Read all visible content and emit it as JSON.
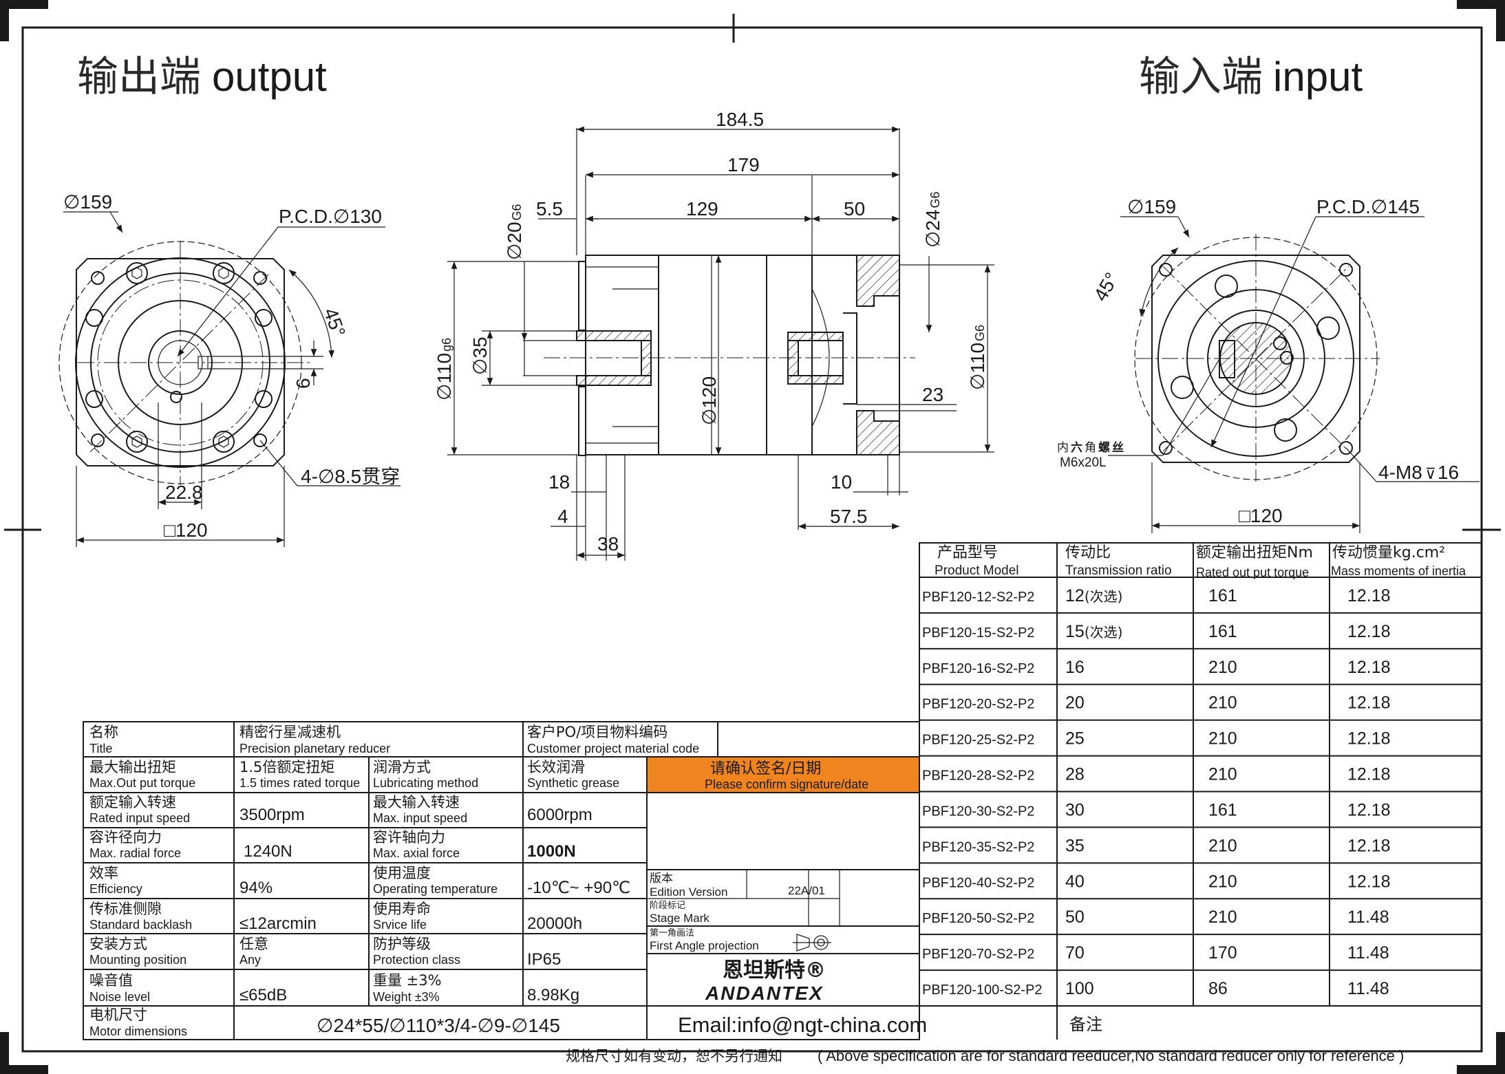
{
  "header": {
    "output_cn": "输出端",
    "output_en": "output",
    "input_cn": "输入端",
    "input_en": "input"
  },
  "output_view": {
    "dia_outer": "∅159",
    "pcd": "P.C.D.∅130",
    "angle": "45°",
    "key_width": "6",
    "hole_note": "4-∅8.5贯穿",
    "offset": "22.8",
    "square": "□120"
  },
  "side_view": {
    "dim_total": "184.5",
    "dim_179": "179",
    "dim_129": "129",
    "dim_50": "50",
    "dim_5_5": "5.5",
    "dim_shaft": "∅20",
    "dim_shaft_tol": "G6",
    "dim_bore": "∅24",
    "dim_bore_tol": "G6",
    "dim_pilot_out": "∅110",
    "dim_pilot_out_tol": "g6",
    "dim_35": "∅35",
    "dim_120": "∅120",
    "dim_pilot_in": "∅110",
    "dim_pilot_in_tol": "G6",
    "dim_23": "23",
    "dim_18": "18",
    "dim_4": "4",
    "dim_38": "38",
    "dim_10": "10",
    "dim_57_5": "57.5"
  },
  "input_view": {
    "dia_outer": "∅159",
    "pcd": "P.C.D.∅145",
    "angle": "45°",
    "screw_cn_1": "内",
    "screw_cn_2": "六",
    "screw_cn_3": "角",
    "screw_cn_4": "螺",
    "screw_cn_5": "丝",
    "screw_size": "M6x20L",
    "tap_note": "4-M8",
    "tap_depth": "16",
    "square": "□120"
  },
  "product_table": {
    "headers": {
      "model_cn": "产品型号",
      "model_en": "Product Model",
      "ratio_cn": "传动比",
      "ratio_en": "Transmission ratio",
      "torque_cn": "额定输出扭矩Nm",
      "torque_en": "Rated out put torque",
      "inertia_cn": "传动惯量kg.cm²",
      "inertia_en": "Mass moments of inertia"
    },
    "rows": [
      {
        "model": "PBF120-12-S2-P2",
        "ratio": "12",
        "note": "(次选)",
        "torque": "161",
        "inertia": "12.18"
      },
      {
        "model": "PBF120-15-S2-P2",
        "ratio": "15",
        "note": "(次选)",
        "torque": "161",
        "inertia": "12.18"
      },
      {
        "model": "PBF120-16-S2-P2",
        "ratio": "16",
        "note": "",
        "torque": "210",
        "inertia": "12.18"
      },
      {
        "model": "PBF120-20-S2-P2",
        "ratio": "20",
        "note": "",
        "torque": "210",
        "inertia": "12.18"
      },
      {
        "model": "PBF120-25-S2-P2",
        "ratio": "25",
        "note": "",
        "torque": "210",
        "inertia": "12.18"
      },
      {
        "model": "PBF120-28-S2-P2",
        "ratio": "28",
        "note": "",
        "torque": "210",
        "inertia": "12.18"
      },
      {
        "model": "PBF120-30-S2-P2",
        "ratio": "30",
        "note": "",
        "torque": "161",
        "inertia": "12.18"
      },
      {
        "model": "PBF120-35-S2-P2",
        "ratio": "35",
        "note": "",
        "torque": "210",
        "inertia": "12.18"
      },
      {
        "model": "PBF120-40-S2-P2",
        "ratio": "40",
        "note": "",
        "torque": "210",
        "inertia": "12.18"
      },
      {
        "model": "PBF120-50-S2-P2",
        "ratio": "50",
        "note": "",
        "torque": "210",
        "inertia": "11.48"
      },
      {
        "model": "PBF120-70-S2-P2",
        "ratio": "70",
        "note": "",
        "torque": "170",
        "inertia": "11.48"
      },
      {
        "model": "PBF120-100-S2-P2",
        "ratio": "100",
        "note": "",
        "torque": "86",
        "inertia": "11.48"
      }
    ]
  },
  "spec_table": {
    "name_cn": "名称",
    "name_en": "Title",
    "product_cn": "精密行星减速机",
    "product_en": "Precision planetary reducer",
    "customer_cn": "客户PO/项目物料编码",
    "customer_en": "Customer project material code",
    "max_torque_cn": "最大输出扭矩",
    "max_torque_en": "Max.Out put torque",
    "max_torque_val_cn": "1.5倍额定扭矩",
    "max_torque_val_en": "1.5 times rated torque",
    "lub_cn": "润滑方式",
    "lub_en": "Lubricating method",
    "lub_val_cn": "长效润滑",
    "lub_val_en": "Synthetic grease",
    "confirm_cn": "请确认签名/日期",
    "confirm_en": "Please confirm signature/date",
    "rated_speed_cn": "额定输入转速",
    "rated_speed_en": "Rated input speed",
    "rated_speed_val": "3500rpm",
    "max_speed_cn": "最大输入转速",
    "max_speed_en": "Max. input speed",
    "max_speed_val": "6000rpm",
    "radial_cn": "容许径向力",
    "radial_en": "Max. radial force",
    "radial_val": "1240N",
    "axial_cn": "容许轴向力",
    "axial_en": "Max. axial force",
    "axial_val": "1000N",
    "eff_cn": "效率",
    "eff_en": "Efficiency",
    "eff_val": "94%",
    "temp_cn": "使用温度",
    "temp_en": "Operating temperature",
    "temp_val": "-10℃~ +90℃",
    "backlash_cn": "传标准侧隙",
    "backlash_en": "Standard backlash",
    "backlash_val": "≤12arcmin",
    "life_cn": "使用寿命",
    "life_en": "Srvice life",
    "life_val": "20000h",
    "mount_cn": "安装方式",
    "mount_en": "Mounting position",
    "mount_val_cn": "任意",
    "mount_val_en": "Any",
    "prot_cn": "防护等级",
    "prot_en": "Protection class",
    "prot_val": "IP65",
    "noise_cn": "噪音值",
    "noise_en": "Noise level",
    "noise_val": "≤65dB",
    "weight_cn": "重量 ±3%",
    "weight_en": "Weight ±3%",
    "weight_val": "8.98Kg",
    "motor_cn": "电机尺寸",
    "motor_en": "Motor dimensions",
    "motor_val": "∅24*55/∅110*3/4-∅9-∅145",
    "edition_cn": "版本",
    "edition_en": "Edition Version",
    "edition_val": "22A/01",
    "stage_cn": "阶段标记",
    "stage_en": "Stage Mark",
    "proj_cn": "第一角画法",
    "proj_en": "First Angle projection",
    "brand_cn": "恩坦斯特®",
    "brand_en": "ANDANTEX",
    "email": "Email:info@ngt-china.com",
    "remark_cn": "备注"
  },
  "footer": {
    "note_cn": "规格尺寸如有变动，恕不另行通知",
    "note_en": "( Above specification are for standard reeducer,No standard reducer only for reference )"
  },
  "colors": {
    "accent_orange": "#f0841e",
    "brand_green": "#2f9e3a",
    "ink": "#1a1a1a"
  }
}
